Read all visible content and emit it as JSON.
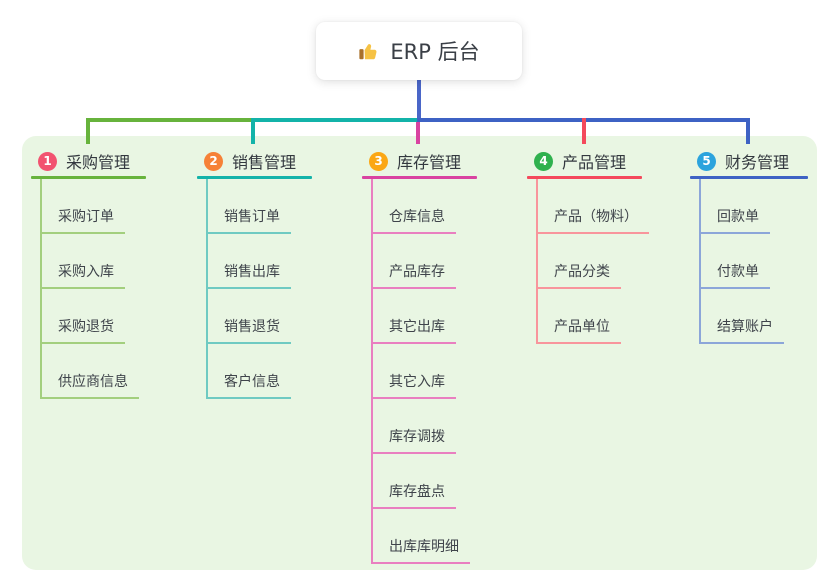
{
  "root": {
    "title": "ERP 后台",
    "icon": "thumbs-up-icon",
    "line_color": "#4a66c8"
  },
  "canvas": {
    "background": "#ffffff",
    "panel_color": "#e9f6e3"
  },
  "branches": [
    {
      "badge": "1",
      "label": "采购管理",
      "badge_color": "#f25370",
      "line_color": "#67b33c",
      "child_line_color": "#a3cf7e",
      "children": [
        "采购订单",
        "采购入库",
        "采购退货",
        "供应商信息"
      ]
    },
    {
      "badge": "2",
      "label": "销售管理",
      "badge_color": "#f68137",
      "line_color": "#13b3a9",
      "child_line_color": "#6fcac2",
      "children": [
        "销售订单",
        "销售出库",
        "销售退货",
        "客户信息"
      ]
    },
    {
      "badge": "3",
      "label": "库存管理",
      "badge_color": "#fba714",
      "line_color": "#d943a1",
      "child_line_color": "#e97fc0",
      "children": [
        "仓库信息",
        "产品库存",
        "其它出库",
        "其它入库",
        "库存调拨",
        "库存盘点",
        "出库库明细"
      ]
    },
    {
      "badge": "4",
      "label": "产品管理",
      "badge_color": "#2fb14e",
      "line_color": "#f4495c",
      "child_line_color": "#f8959c",
      "children": [
        "产品（物料）",
        "产品分类",
        "产品单位"
      ]
    },
    {
      "badge": "5",
      "label": "财务管理",
      "badge_color": "#2ba3dd",
      "line_color": "#3e62c4",
      "child_line_color": "#8ca6d9",
      "children": [
        "回款单",
        "付款单",
        "结算账户"
      ]
    }
  ]
}
